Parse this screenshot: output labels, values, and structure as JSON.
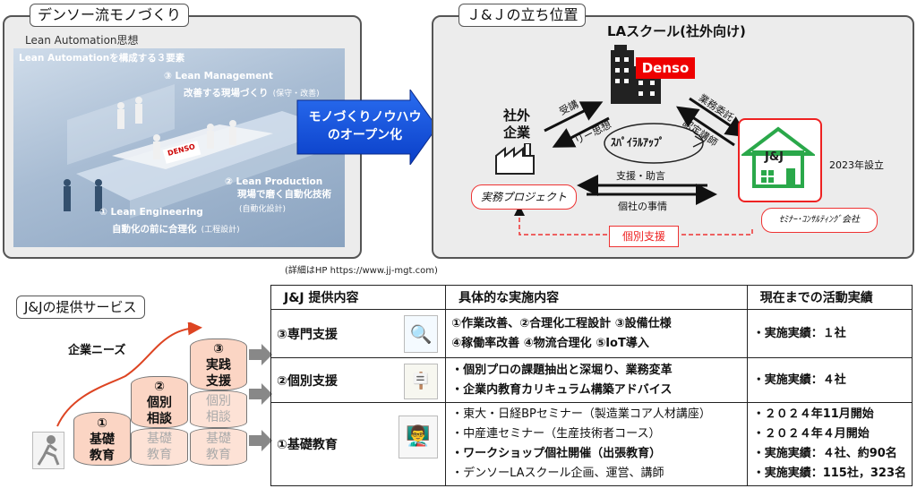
{
  "left_panel": {
    "tag": "デンソー流モノづくり",
    "subtitle": "Lean Automation思想",
    "photo": {
      "heading": "Lean Automationを構成する３要素",
      "item3_a": "③ Lean Management",
      "item3_b": "改善する現場づくり",
      "item3_c": "(保守・改善)",
      "item2_a": "② Lean Production",
      "item2_b": "現場で磨く自動化技術",
      "item2_c": "(自動化設計)",
      "item1_a": "① Lean Engineering",
      "item1_b": "自動化の前に合理化",
      "item1_c": "(工程設計)",
      "logo": "DENSO"
    }
  },
  "arrow": {
    "line1": "モノづくりノウハウ",
    "line2": "のオープン化"
  },
  "right_panel": {
    "tag": "Ｊ&Ｊの立ち位置",
    "la_school": "LAスクール(社外向け)",
    "denso_label": "Denso",
    "outside_line1": "社外",
    "outside_line2": "企業",
    "juko": "受講",
    "leader": "リー思想",
    "spiral": "ｽﾊﾟｲﾗﾙｱｯﾌﾟ",
    "gyomu": "業務委託",
    "nintei": "認定講師",
    "jj_house": "J&J",
    "established": "2023年設立",
    "shien": "支援・助言",
    "jijou": "個社の事情",
    "project": "実務プロジェクト",
    "seminar": "ｾﾐﾅｰ･ｺﾝｻﾙﾃｨﾝｸﾞ会社",
    "kobetsu": "個別支援"
  },
  "footnote": "(詳細はHP  https://www.jj-mgt.com)",
  "bottom": {
    "tag": "J&Jの提供サービス",
    "needs": "企業ニーズ",
    "step3": [
      "③",
      "実践",
      "支援"
    ],
    "step2": [
      "②",
      "個別",
      "相談"
    ],
    "step1": [
      "①",
      "基礎",
      "教育"
    ],
    "base_label": "基礎",
    "base_label2": "教育",
    "kobetsu_label": "個別",
    "soudan_label": "相談"
  },
  "table": {
    "headers": [
      "J&J 提供内容",
      "具体的な実施内容",
      "現在までの活動実績"
    ],
    "rows": [
      {
        "service": "③専門支援",
        "details": [
          "①作業改善、②合理化工程設計 ③設備仕様",
          "④稼働率改善 ④物流合理化 ⑤IoT導入"
        ],
        "results": [
          "・実施実績：１社"
        ]
      },
      {
        "service": "②個別支援",
        "details": [
          "・個別プロの課題抽出と深堀り、業務変革",
          "・企業内教育カリキュラム構築アドバイス"
        ],
        "results": [
          "・実施実績：４社"
        ]
      },
      {
        "service": "①基礎教育",
        "details": [
          "・東大・日経BPセミナー（製造業コア人材講座）",
          "・中産連セミナー（生産技術者コース）",
          "・ワークショップ個社開催（出張教育）",
          "・デンソーLAスクール企画、運営、講師"
        ],
        "results": [
          "・２０２４年11月開始",
          "・２０２４年４月開始",
          "・実施実績：４社、約90名",
          "・実施実績：115社，323名"
        ]
      }
    ]
  }
}
